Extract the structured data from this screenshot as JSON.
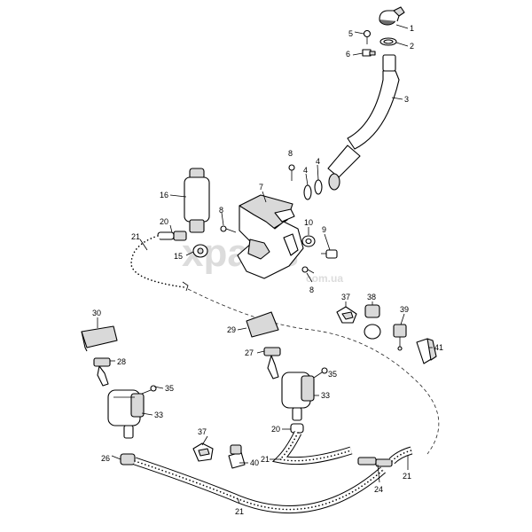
{
  "watermark": {
    "brand": "xparts",
    "domain": "com.ua"
  },
  "callouts": [
    {
      "id": "c1",
      "text": "1"
    },
    {
      "id": "c2",
      "text": "2"
    },
    {
      "id": "c3",
      "text": "3"
    },
    {
      "id": "c4a",
      "text": "4"
    },
    {
      "id": "c4b",
      "text": "4"
    },
    {
      "id": "c5",
      "text": "5"
    },
    {
      "id": "c6",
      "text": "6"
    },
    {
      "id": "c7",
      "text": "7"
    },
    {
      "id": "c8a",
      "text": "8"
    },
    {
      "id": "c8b",
      "text": "8"
    },
    {
      "id": "c8c",
      "text": "8"
    },
    {
      "id": "c9",
      "text": "9"
    },
    {
      "id": "c10",
      "text": "10"
    },
    {
      "id": "c15",
      "text": "15"
    },
    {
      "id": "c16",
      "text": "16"
    },
    {
      "id": "c20a",
      "text": "20"
    },
    {
      "id": "c20b",
      "text": "20"
    },
    {
      "id": "c21a",
      "text": "21"
    },
    {
      "id": "c21b",
      "text": "21"
    },
    {
      "id": "c21c",
      "text": "21"
    },
    {
      "id": "c21d",
      "text": "21"
    },
    {
      "id": "c24",
      "text": "24"
    },
    {
      "id": "c26",
      "text": "26"
    },
    {
      "id": "c27",
      "text": "27"
    },
    {
      "id": "c28",
      "text": "28"
    },
    {
      "id": "c29",
      "text": "29"
    },
    {
      "id": "c30",
      "text": "30"
    },
    {
      "id": "c33a",
      "text": "33"
    },
    {
      "id": "c33b",
      "text": "33"
    },
    {
      "id": "c35a",
      "text": "35"
    },
    {
      "id": "c35b",
      "text": "35"
    },
    {
      "id": "c37a",
      "text": "37"
    },
    {
      "id": "c37b",
      "text": "37"
    },
    {
      "id": "c38",
      "text": "38"
    },
    {
      "id": "c39",
      "text": "39"
    },
    {
      "id": "c40",
      "text": "40"
    },
    {
      "id": "c41",
      "text": "41"
    }
  ]
}
